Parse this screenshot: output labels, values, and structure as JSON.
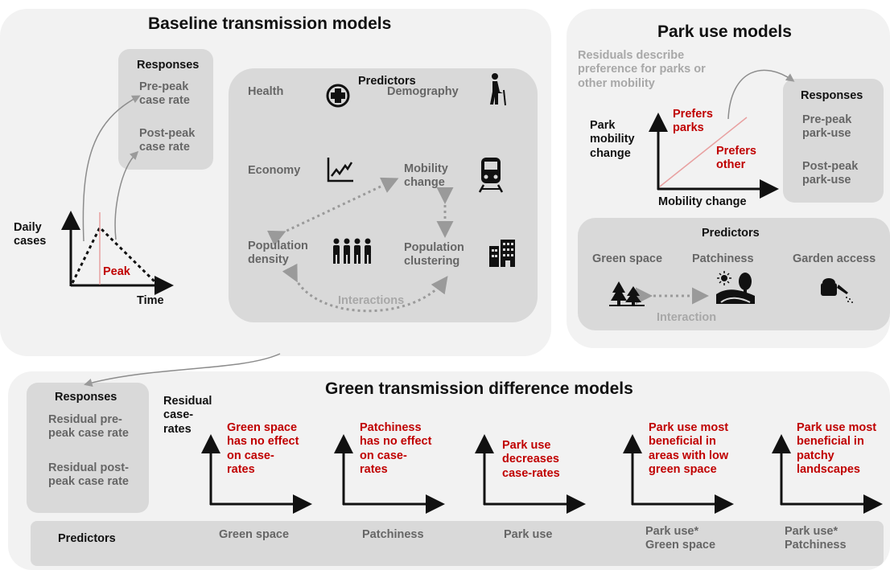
{
  "baseline": {
    "title": "Baseline transmission models",
    "responses": {
      "header": "Responses",
      "items": [
        "Pre-peak case rate",
        "Post-peak case rate"
      ]
    },
    "chart": {
      "ylabel": "Daily cases",
      "xlabel": "Time",
      "peak_label": "Peak"
    },
    "predictors": {
      "header": "Predictors",
      "health": "Health",
      "demography": "Demography",
      "economy": "Economy",
      "mobility": "Mobility change",
      "density": "Population density",
      "clustering": "Population clustering",
      "interactions": "Interactions"
    }
  },
  "park": {
    "title": "Park use models",
    "residual_note": "Residuals describe preference for parks or other mobility",
    "ylabel": "Park mobility change",
    "xlabel": "Mobility change",
    "prefers_parks": "Prefers parks",
    "prefers_other": "Prefers other",
    "responses": {
      "header": "Responses",
      "items": [
        "Pre-peak park-use",
        "Post-peak park-use"
      ]
    },
    "predictors": {
      "header": "Predictors",
      "green": "Green space",
      "patchiness": "Patchiness",
      "garden": "Garden access",
      "interaction": "Interaction"
    }
  },
  "green": {
    "title": "Green transmission difference models",
    "responses": {
      "header": "Responses",
      "items": [
        "Residual pre-peak case rate",
        "Residual post-peak case rate"
      ]
    },
    "ylabel": "Residual case-rates",
    "hypotheses": [
      "Green space has no effect on case-rates",
      "Patchiness has no effect on case-rates",
      "Park use decreases case-rates",
      "Park use most beneficial in areas with low green space",
      "Park use most beneficial in patchy landscapes"
    ],
    "predictors_label": "Predictors",
    "predictors": [
      "Green space",
      "Patchiness",
      "Park use",
      "Park use* Green space",
      "Park use* Patchiness"
    ]
  },
  "colors": {
    "highlight_red": "#c00000",
    "panel_bg": "#f2f2f2",
    "box_bg": "#d9d9d9"
  }
}
